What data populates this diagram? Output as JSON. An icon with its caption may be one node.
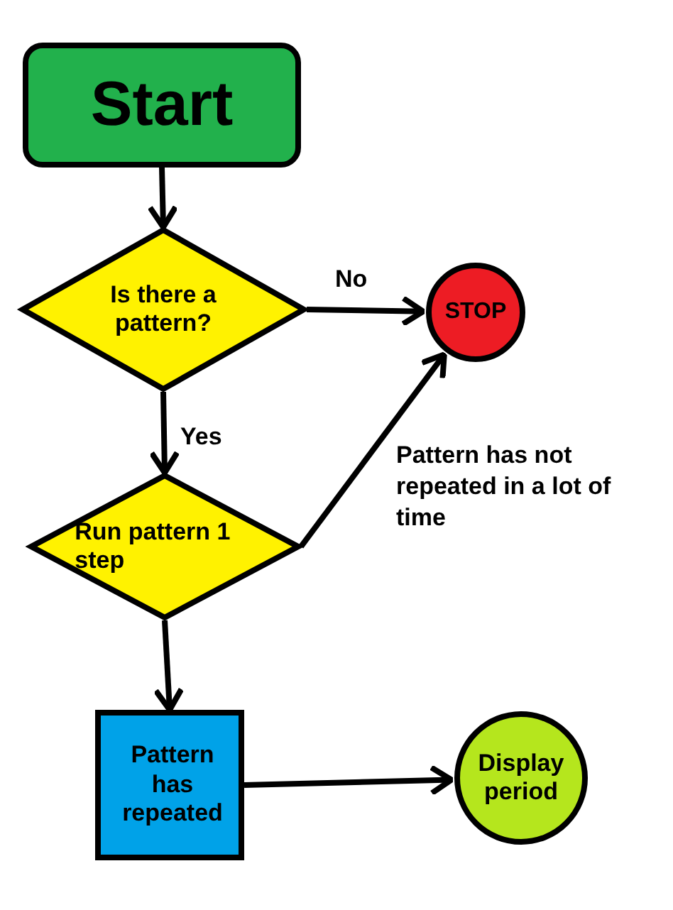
{
  "diagram": {
    "nodes": [
      {
        "text": [
          "Start"
        ]
      },
      {
        "text": [
          "Is there a pattern?"
        ]
      },
      {
        "text": [
          "STOP"
        ]
      },
      {
        "text": [
          "Run pattern 1 step"
        ]
      },
      {
        "text": [
          "Pattern has repeated"
        ]
      },
      {
        "text": [
          "Display period"
        ]
      }
    ],
    "edges": [
      {
        "from": 0,
        "to": 1,
        "arrow": "to"
      },
      {
        "from": 1,
        "to": 2,
        "arrow": "to",
        "label": "No"
      },
      {
        "from": 1,
        "to": 3,
        "arrow": "to",
        "label": "Yes"
      },
      {
        "from": 3,
        "to": 2,
        "arrow": "to",
        "label": "Pattern has not repeated in a lot of time"
      },
      {
        "from": 3,
        "to": 4,
        "arrow": "to"
      },
      {
        "from": 4,
        "to": 5,
        "arrow": "to"
      }
    ]
  }
}
